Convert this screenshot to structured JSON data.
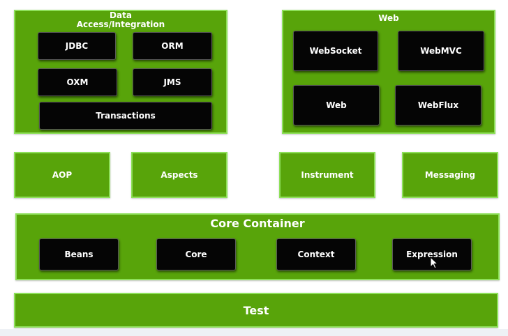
{
  "data_access": {
    "title_line1": "Data",
    "title_line2": "Access/Integration",
    "jdbc": "JDBC",
    "orm": "ORM",
    "oxm": "OXM",
    "jms": "JMS",
    "transactions": "Transactions"
  },
  "web": {
    "title": "Web",
    "websocket": "WebSocket",
    "webmvc": "WebMVC",
    "web": "Web",
    "webflux": "WebFlux"
  },
  "middle": {
    "aop": "AOP",
    "aspects": "Aspects",
    "instrument": "Instrument",
    "messaging": "Messaging"
  },
  "core_container": {
    "title": "Core  Container",
    "beans": "Beans",
    "core": "Core",
    "context": "Context",
    "expression": "Expression"
  },
  "test": {
    "label": "Test"
  },
  "colors": {
    "module_green": "#58a40a",
    "module_border": "#8ee05a",
    "component_black": "#050505"
  },
  "icons": {
    "cursor": "mouse-pointer-icon"
  }
}
